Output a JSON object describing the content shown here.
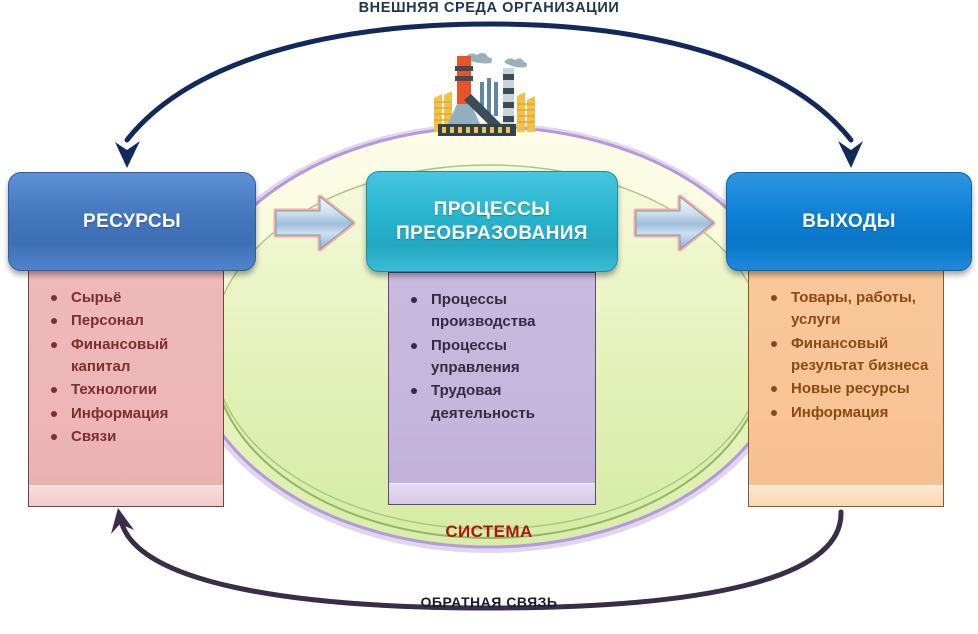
{
  "diagram": {
    "external_env_label": "ВНЕШНЯЯ СРЕДА ОРГАНИЗАЦИИ",
    "system_label": "СИСТЕМА",
    "feedback_label": "ОБРАТНАЯ СВЯЗЬ",
    "factory_icon": "factory-icon"
  },
  "blocks": {
    "resources": {
      "title": "РЕСУРСЫ",
      "header_color": "#4376bd",
      "panel_color": "#eeb6b6",
      "text_color": "#7b2f2f",
      "items": [
        "Сырьё",
        "Персонал",
        "Финансовый капитал",
        "Технологии",
        "Информация",
        "Связи"
      ]
    },
    "processes": {
      "title_line1": "ПРОЦЕССЫ",
      "title_line2": "ПРЕОБРАЗОВАНИЯ",
      "header_color": "#28b4ce",
      "panel_color": "#c5b6dc",
      "text_color": "#332b45",
      "items": [
        "Процессы производства",
        "Процессы управления",
        "Трудовая деятельность"
      ]
    },
    "outputs": {
      "title": "ВЫХОДЫ",
      "header_color": "#0d7fd4",
      "panel_color": "#f8c396",
      "text_color": "#8a4a12",
      "items": [
        "Товары, работы, услуги",
        "Финансовый результат бизнеса",
        "Новые ресурсы",
        "Информация"
      ]
    }
  },
  "arrows": {
    "environment_arrow_left": "environment-arrow-to-resources",
    "environment_arrow_right": "environment-arrow-to-outputs",
    "environment_arrow_color": "#12295e",
    "feedback_arrow_color": "#3a2d4a",
    "flow_arrow_1": "flow-arrow-resources-to-processes",
    "flow_arrow_2": "flow-arrow-processes-to-outputs"
  },
  "ellipse": {
    "outer_border_color": "#bca3dc",
    "fill_top_color": "#fcfbe4",
    "fill_bottom_color": "#dff0b4",
    "inner_border_color": "#8fb060"
  }
}
